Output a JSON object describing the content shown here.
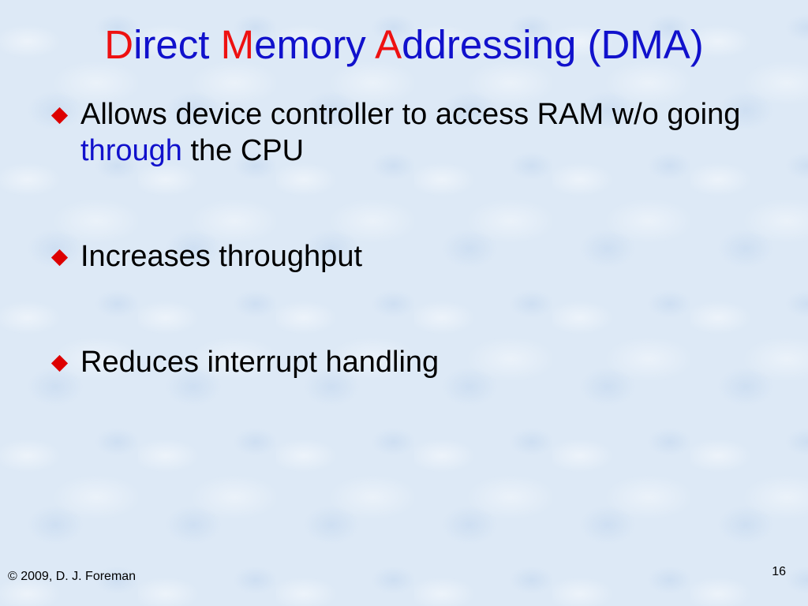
{
  "title": {
    "part1_initial": "D",
    "part1_rest": "irect ",
    "part2_initial": "M",
    "part2_rest": "emory ",
    "part3_initial": "A",
    "part3_rest": "ddressing (DMA)"
  },
  "bullets": [
    {
      "text_before": "Allows device controller to access RAM w/o going ",
      "text_highlight": "through",
      "text_after": " the CPU"
    },
    {
      "text": "Increases throughput"
    },
    {
      "text": "Reduces interrupt handling"
    }
  ],
  "footer": {
    "copyright": "© 2009, D. J. Foreman",
    "page_number": "16"
  },
  "colors": {
    "title_blue": "#1111cc",
    "title_red": "#ee1111",
    "bullet_red": "#dd0000",
    "background": "#dde9f6"
  },
  "icons": {
    "bullet": "red-diamond-icon"
  }
}
